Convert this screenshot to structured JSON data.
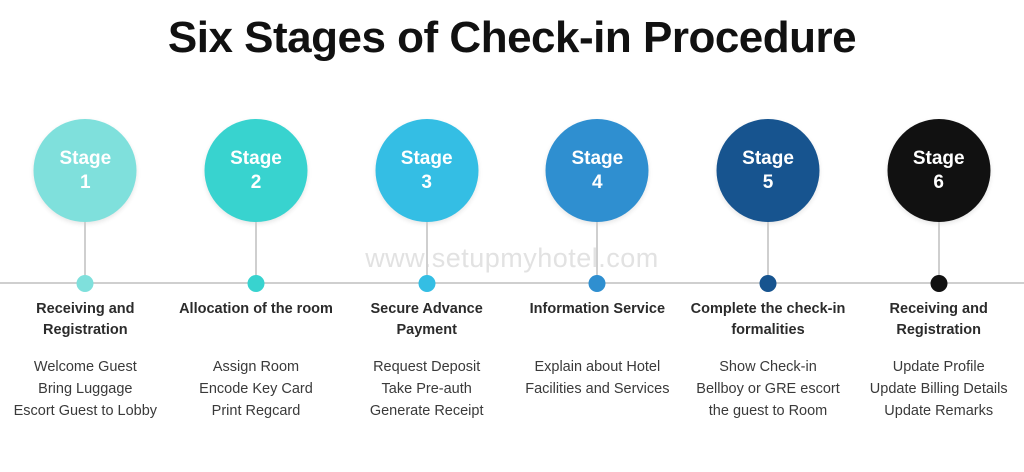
{
  "page": {
    "title": "Six Stages of Check-in Procedure",
    "watermark": "www.setupmyhotel.com",
    "background_color": "#ffffff",
    "title_color": "#111111",
    "axis_color": "#cfcfcf",
    "watermark_color": "#e2e2e2"
  },
  "stages": [
    {
      "badge_word": "Stage",
      "badge_number": "1",
      "color": "#7fe0dc",
      "heading": "Receiving and Registration",
      "details": [
        "Welcome Guest",
        "Bring Luggage",
        "Escort Guest to Lobby"
      ]
    },
    {
      "badge_word": "Stage",
      "badge_number": "2",
      "color": "#38d3cf",
      "heading": "Allocation of the room",
      "details": [
        "Assign Room",
        "Encode Key Card",
        "Print Regcard"
      ]
    },
    {
      "badge_word": "Stage",
      "badge_number": "3",
      "color": "#34bee4",
      "heading": "Secure Advance Payment",
      "details": [
        "Request Deposit",
        "Take Pre-auth",
        "Generate Receipt"
      ]
    },
    {
      "badge_word": "Stage",
      "badge_number": "4",
      "color": "#2f8fd0",
      "heading": "Information Service",
      "details": [
        "Explain about Hotel Facilities and Services"
      ]
    },
    {
      "badge_word": "Stage",
      "badge_number": "5",
      "color": "#17548f",
      "heading": "Complete the check-in formalities",
      "details": [
        "Show Check-in",
        "Bellboy or GRE escort the guest to Room"
      ]
    },
    {
      "badge_word": "Stage",
      "badge_number": "6",
      "color": "#111111",
      "heading": "Receiving and Registration",
      "details": [
        "Update Profile",
        "Update Billing Details",
        "Update Remarks"
      ]
    }
  ]
}
